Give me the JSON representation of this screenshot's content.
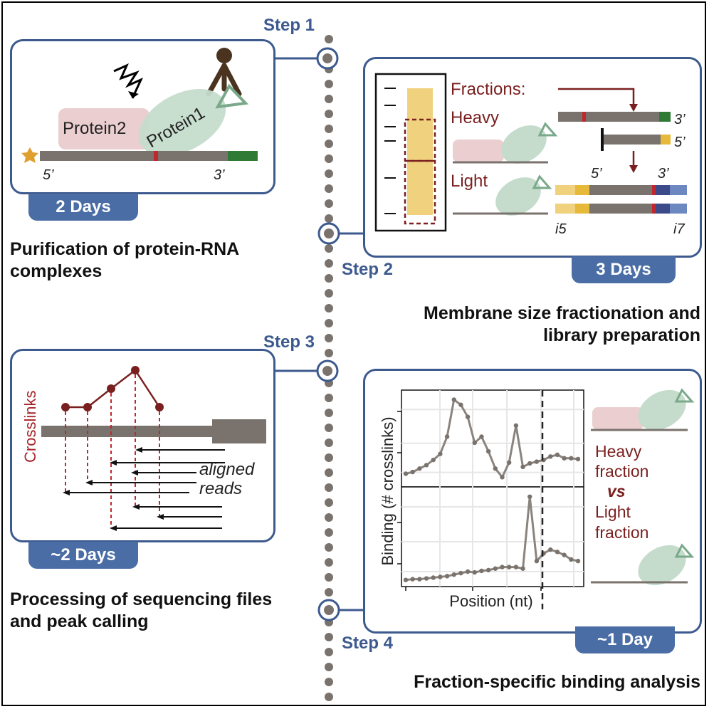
{
  "steps": {
    "s1": "Step 1",
    "s2": "Step 2",
    "s3": "Step 3",
    "s4": "Step 4"
  },
  "durations": {
    "d1": "2 Days",
    "d2": "3 Days",
    "d3": "~2 Days",
    "d4": "~1 Day"
  },
  "captions": {
    "c1_line1": "Purification of protein-RNA",
    "c1_line2": "complexes",
    "c2_line1": "Membrane size fractionation and",
    "c2_line2": "library preparation",
    "c3_line1": "Processing of sequencing files",
    "c3_line2": "and peak calling",
    "c4": "Fraction-specific binding analysis"
  },
  "panel1": {
    "protein2": "Protein2",
    "protein1": "Protein1",
    "end5": "5’",
    "end3": "3’"
  },
  "panel2": {
    "fractions": "Fractions:",
    "heavy": "Heavy",
    "light": "Light",
    "end3_top": "3’",
    "end5_top": "5’",
    "lib5": "5’",
    "lib3": "3’",
    "i5": "i5",
    "i7": "i7"
  },
  "panel3": {
    "crosslinks": "Crosslinks",
    "aligned": "aligned",
    "reads": "reads"
  },
  "panel4": {
    "ylabel": "Binding (# crosslinks)",
    "xlabel": "Position (nt)",
    "heavy1": "Heavy",
    "heavy2": "fraction",
    "vs": "vs",
    "light1": "Light",
    "light2": "fraction"
  },
  "colors": {
    "blue": "#3d5a8e",
    "darkred": "#7a1f1f",
    "grey": "#7a726c",
    "pink": "#ebcfd0",
    "green": "#c5dccc",
    "yellow": "#efd17e",
    "rna_green": "#2f7a35"
  },
  "chart_data": [
    {
      "type": "line",
      "title": "Heavy fraction",
      "x": [
        1,
        2,
        3,
        4,
        5,
        6,
        7,
        8,
        9,
        10,
        11,
        12,
        13,
        14,
        15,
        16,
        17,
        18,
        19,
        20,
        21,
        22,
        23,
        24,
        25,
        26
      ],
      "values": [
        12,
        14,
        18,
        22,
        28,
        35,
        55,
        98,
        92,
        78,
        48,
        55,
        38,
        18,
        8,
        25,
        68,
        20,
        24,
        26,
        28,
        32,
        34,
        30,
        30,
        29
      ],
      "xlabel": "Position (nt)",
      "ylabel": "Binding (# crosslinks)"
    },
    {
      "type": "line",
      "title": "Light fraction",
      "x": [
        1,
        2,
        3,
        4,
        5,
        6,
        7,
        8,
        9,
        10,
        11,
        12,
        13,
        14,
        15,
        16,
        17,
        18,
        19,
        20,
        21,
        22,
        23,
        24,
        25,
        26
      ],
      "values": [
        5,
        6,
        6,
        7,
        8,
        9,
        10,
        12,
        14,
        16,
        15,
        17,
        18,
        20,
        22,
        22,
        22,
        20,
        115,
        30,
        40,
        45,
        42,
        38,
        32,
        30
      ],
      "xlabel": "Position (nt)",
      "ylabel": "Binding (# crosslinks)"
    }
  ]
}
